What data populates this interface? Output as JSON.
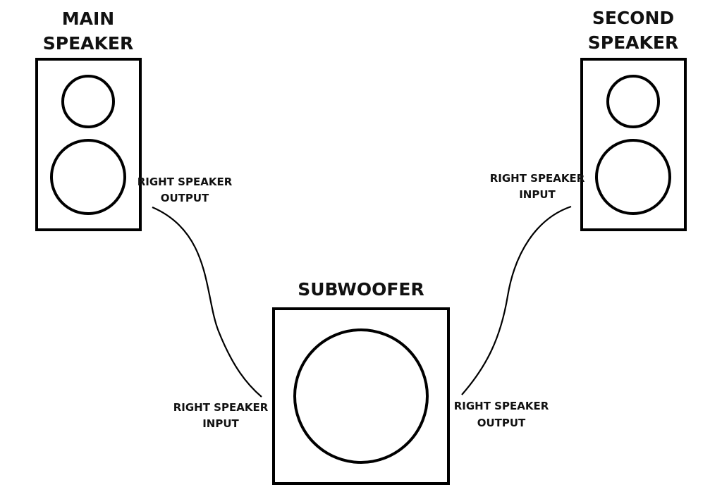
{
  "colors": {
    "stroke": "#000000",
    "text": "#111111",
    "background": "#ffffff"
  },
  "main_speaker": {
    "title_line1": "MAIN",
    "title_line2": "SPEAKER",
    "port_label_line1": "RIGHT SPEAKER",
    "port_label_line2": "OUTPUT"
  },
  "second_speaker": {
    "title_line1": "SECOND",
    "title_line2": "SPEAKER",
    "port_label_line1": "RIGHT SPEAKER",
    "port_label_line2": "INPUT"
  },
  "subwoofer": {
    "title": "SUBWOOFER",
    "input_label_line1": "RIGHT SPEAKER",
    "input_label_line2": "INPUT",
    "output_label_line1": "RIGHT SPEAKER",
    "output_label_line2": "OUTPUT"
  }
}
